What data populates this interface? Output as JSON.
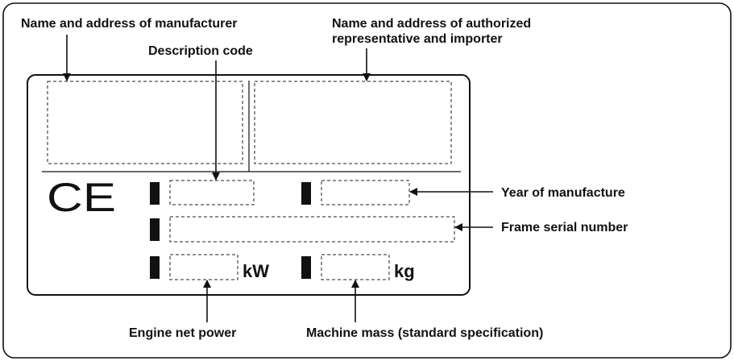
{
  "labels": {
    "manufacturer": "Name and address of manufacturer",
    "representative_line1": "Name and address of authorized",
    "representative_line2": "representative and importer",
    "description_code": "Description code",
    "year": "Year of manufacture",
    "serial": "Frame serial number",
    "power": "Engine net power",
    "mass": "Machine mass (standard specification)"
  },
  "plate": {
    "ce_mark": "CE",
    "power_unit": "kW",
    "mass_unit": "kg"
  }
}
